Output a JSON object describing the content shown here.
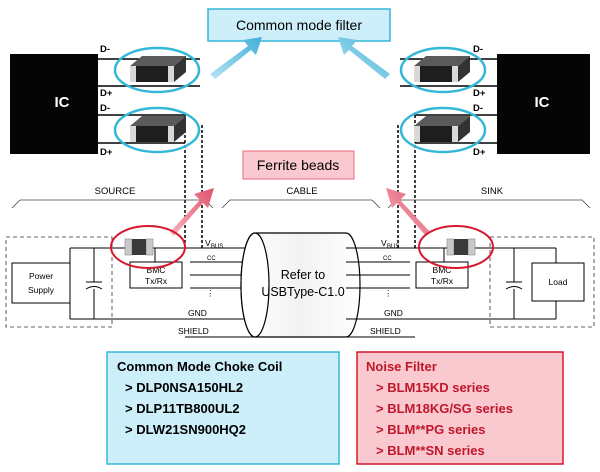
{
  "callouts": {
    "common_mode_filter": "Common mode filter",
    "ferrite_beads": "Ferrite beads"
  },
  "ic": {
    "left_label": "IC",
    "right_label": "IC",
    "pins": {
      "d_minus": "D-",
      "d_plus": "D+"
    }
  },
  "sections": {
    "source": "SOURCE",
    "cable": "CABLE",
    "sink": "SINK"
  },
  "circuit": {
    "power_supply_line1": "Power",
    "power_supply_line2": "Supply",
    "load": "Load",
    "bmc_line1": "BMC",
    "bmc_line2": "Tx/Rx",
    "vbus_v": "V",
    "vbus_sub": "BUS",
    "cc": "CC",
    "dots": "⋮",
    "gnd": "GND",
    "shield": "SHIELD",
    "cable_line1": "Refer to",
    "cable_line2": "USBType-C1.0"
  },
  "choke_box": {
    "title": "Common Mode Choke Coil",
    "items": [
      "> DLP0NSA150HL2",
      "> DLP11TB800UL2",
      "> DLW21SN900HQ2"
    ]
  },
  "noise_box": {
    "title": "Noise Filter",
    "items": [
      "> BLM15KD series",
      "> BLM18KG/SG series",
      "> BLM**PG series",
      "> BLM**SN series"
    ]
  },
  "colors": {
    "cyan_border": "#35b7d8",
    "cyan_fill": "#cdeff9",
    "pink_fill": "#f9c9cf",
    "red_ring": "#d8182c",
    "pink_arrow": "#e76c80",
    "cyan_arrow": "#5dbfe0",
    "chip": "#1a1a1a"
  }
}
